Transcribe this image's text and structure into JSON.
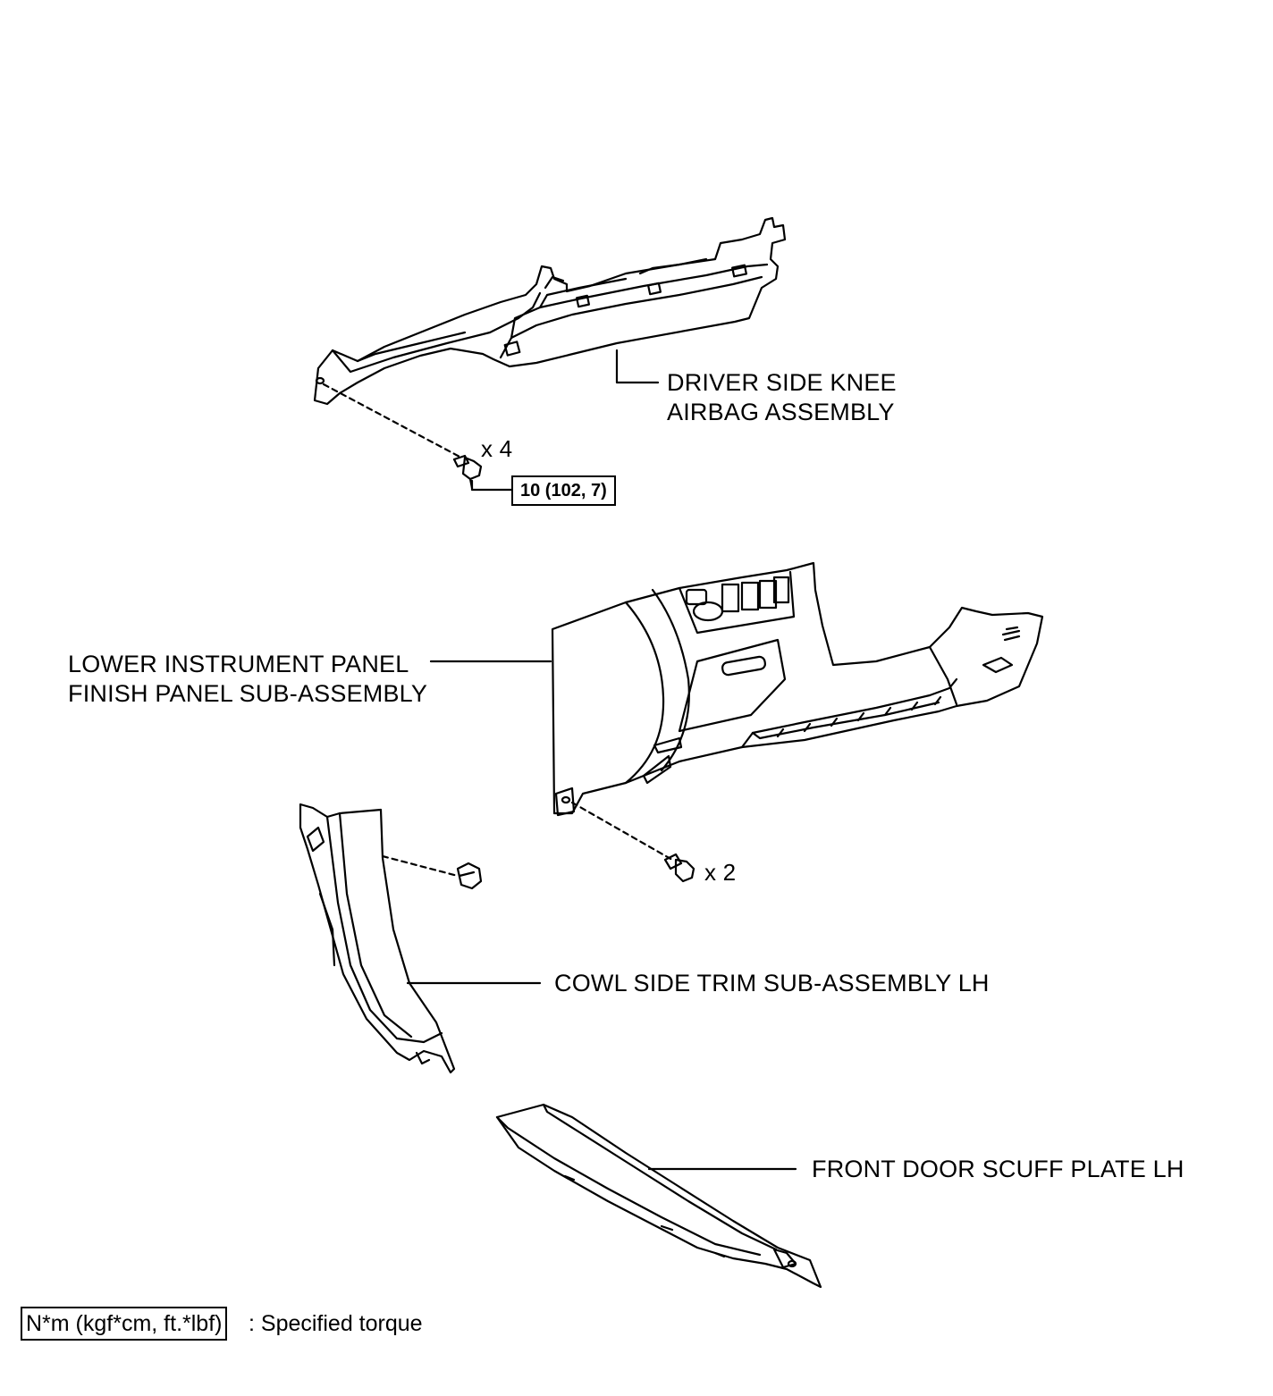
{
  "parts": {
    "knee_airbag": {
      "line1": "DRIVER SIDE KNEE",
      "line2": "AIRBAG ASSEMBLY"
    },
    "lower_panel": {
      "line1": "LOWER INSTRUMENT PANEL",
      "line2": "FINISH PANEL SUB-ASSEMBLY"
    },
    "cowl_trim": {
      "label": "COWL SIDE TRIM SUB-ASSEMBLY LH"
    },
    "scuff_plate": {
      "label": "FRONT DOOR SCUFF PLATE LH"
    }
  },
  "fasteners": {
    "airbag_bolt_qty": "x 4",
    "panel_screw_qty": "x 2",
    "airbag_bolt_torque": "10 (102, 7)"
  },
  "legend": {
    "unit_box": "N*m (kgf*cm, ft.*lbf)",
    "description": ": Specified torque"
  }
}
